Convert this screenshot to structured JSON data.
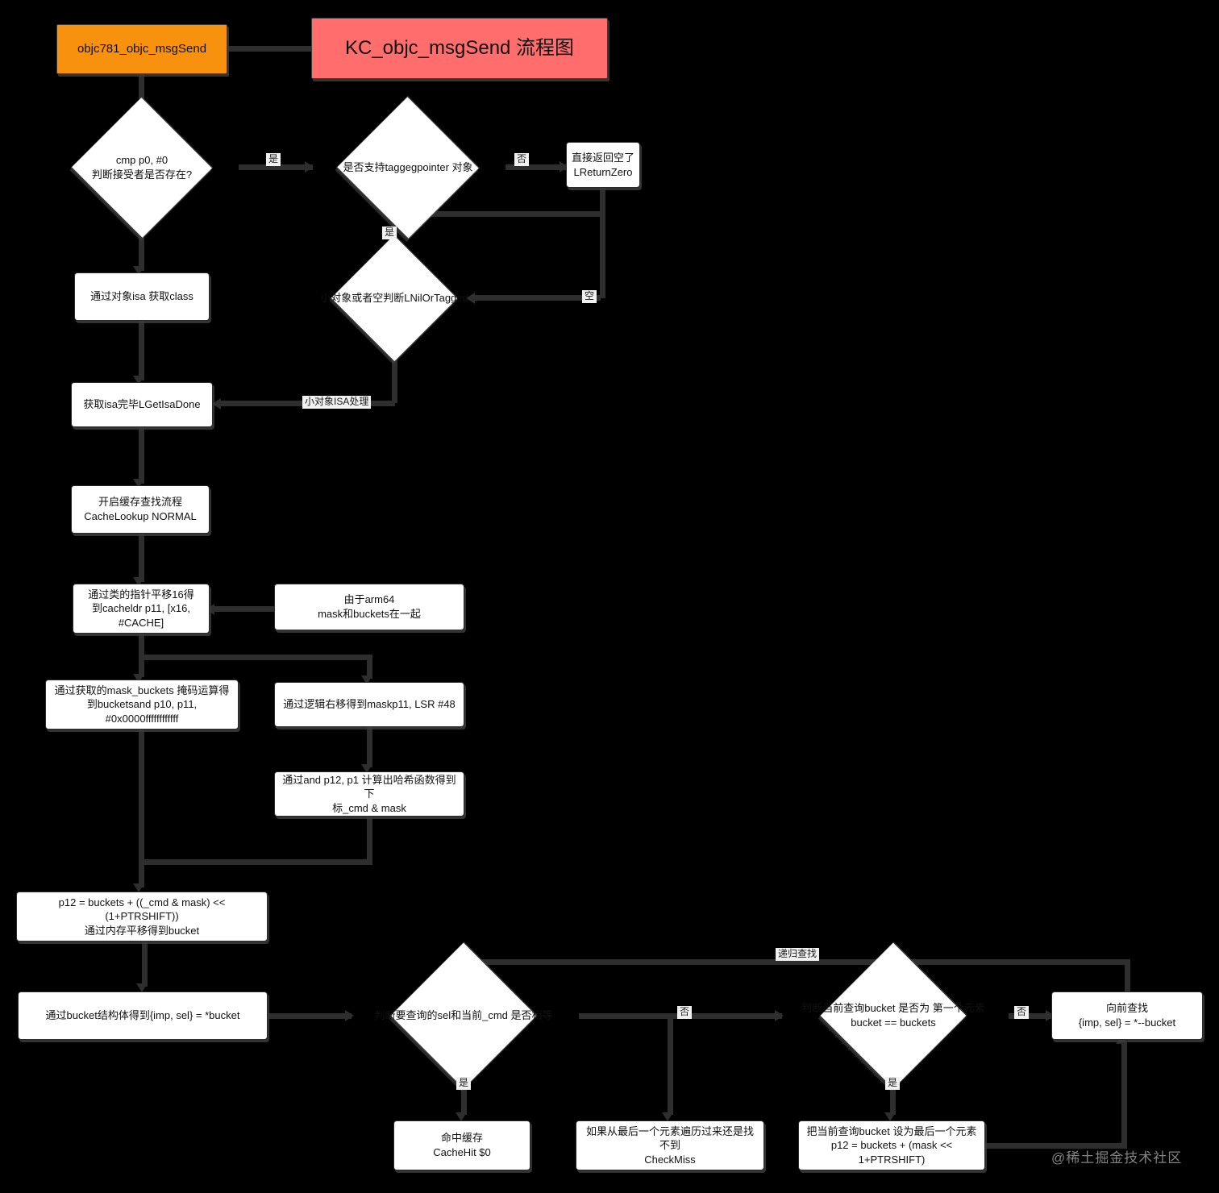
{
  "diagram": {
    "title": "KC_objc_msgSend 流程图",
    "entry": "objc781_objc_msgSend",
    "watermark": "@稀土掘金技术社区",
    "type": "flowchart",
    "colors": {
      "entry_fill": "#F7910E",
      "title_fill": "#FF6D6D",
      "node_fill": "#FFFFFF",
      "edge": "#2E2E2E",
      "background": "#000000",
      "edge_label_fill": "#F1F1F1"
    },
    "nodes": [
      {
        "id": "entry",
        "kind": "process",
        "text": "objc781_objc_msgSend"
      },
      {
        "id": "title",
        "kind": "title",
        "text": "KC_objc_msgSend 流程图"
      },
      {
        "id": "d_cmp",
        "kind": "decision",
        "line1": "cmp p0, #0",
        "line2": "判断接受者是否存在?"
      },
      {
        "id": "d_tagged",
        "kind": "decision",
        "line1": "是否支持taggegpointer 对象",
        "line2": ""
      },
      {
        "id": "return_zero",
        "kind": "process",
        "line1": "直接返回空了",
        "line2": "LReturnZero"
      },
      {
        "id": "d_niltagged",
        "kind": "decision",
        "line1": "小对象或者空判断LNilOrTagged",
        "line2": ""
      },
      {
        "id": "get_class",
        "kind": "process",
        "line1": "通过对象isa 获取class",
        "line2": ""
      },
      {
        "id": "isa_done",
        "kind": "process",
        "line1": "获取isa完毕LGetIsaDone",
        "line2": ""
      },
      {
        "id": "cache_lookup",
        "kind": "process",
        "line1": "开启缓存查找流程",
        "line2": "CacheLookup NORMAL"
      },
      {
        "id": "cache_ptr",
        "kind": "process",
        "line1": "通过类的指针平移16得",
        "line2": "到cacheldr p11, [x16,",
        "line3": "#CACHE]"
      },
      {
        "id": "arm64_note",
        "kind": "process",
        "line1": "由于arm64",
        "line2": "mask和buckets在一起"
      },
      {
        "id": "mask_buckets",
        "kind": "process",
        "line1": "通过获取的mask_buckets 掩码运算得",
        "line2": "到bucketsand p10, p11,",
        "line3": "#0x0000ffffffffffff"
      },
      {
        "id": "lsr_mask",
        "kind": "process",
        "line1": "通过逻辑右移得到maskp11, LSR #48",
        "line2": ""
      },
      {
        "id": "hash_index",
        "kind": "process",
        "line1": "通过and p12, p1 计算出哈希函数得到下",
        "line2": "标_cmd & mask"
      },
      {
        "id": "p12_calc",
        "kind": "process",
        "line1": "p12 = buckets + ((_cmd & mask) << (1+PTRSHIFT))",
        "line2": "通过内存平移得到bucket"
      },
      {
        "id": "bucket_struct",
        "kind": "process",
        "line1": "通过bucket结构体得到{imp, sel} = *bucket",
        "line2": ""
      },
      {
        "id": "d_sel_eq",
        "kind": "decision",
        "line1": "判断要查询的sel和当前_cmd 是否相等",
        "line2": ""
      },
      {
        "id": "d_is_first",
        "kind": "decision",
        "line1": "判断当前查询bucket 是否为 第一个元素",
        "line2": "bucket == buckets"
      },
      {
        "id": "go_prev",
        "kind": "process",
        "line1": "向前查找",
        "line2": "{imp, sel} = *--bucket"
      },
      {
        "id": "cache_hit",
        "kind": "process",
        "line1": "命中缓存",
        "line2": "CacheHit $0"
      },
      {
        "id": "check_miss",
        "kind": "process",
        "line1": "如果从最后一个元素遍历过来还是找不到",
        "line2": "CheckMiss"
      },
      {
        "id": "set_last",
        "kind": "process",
        "line1": "把当前查询bucket 设为最后一个元素",
        "line2": "p12 = buckets + (mask << 1+PTRSHIFT)"
      }
    ],
    "edge_labels": {
      "cmp_yes": "是",
      "tagged_no": "否",
      "tagged_yes": "是",
      "return_empty": "空",
      "small_isa": "小对象ISA处理",
      "sel_yes": "是",
      "sel_no": "否",
      "first_yes": "是",
      "first_no": "否",
      "recursive": "递归查找"
    }
  }
}
